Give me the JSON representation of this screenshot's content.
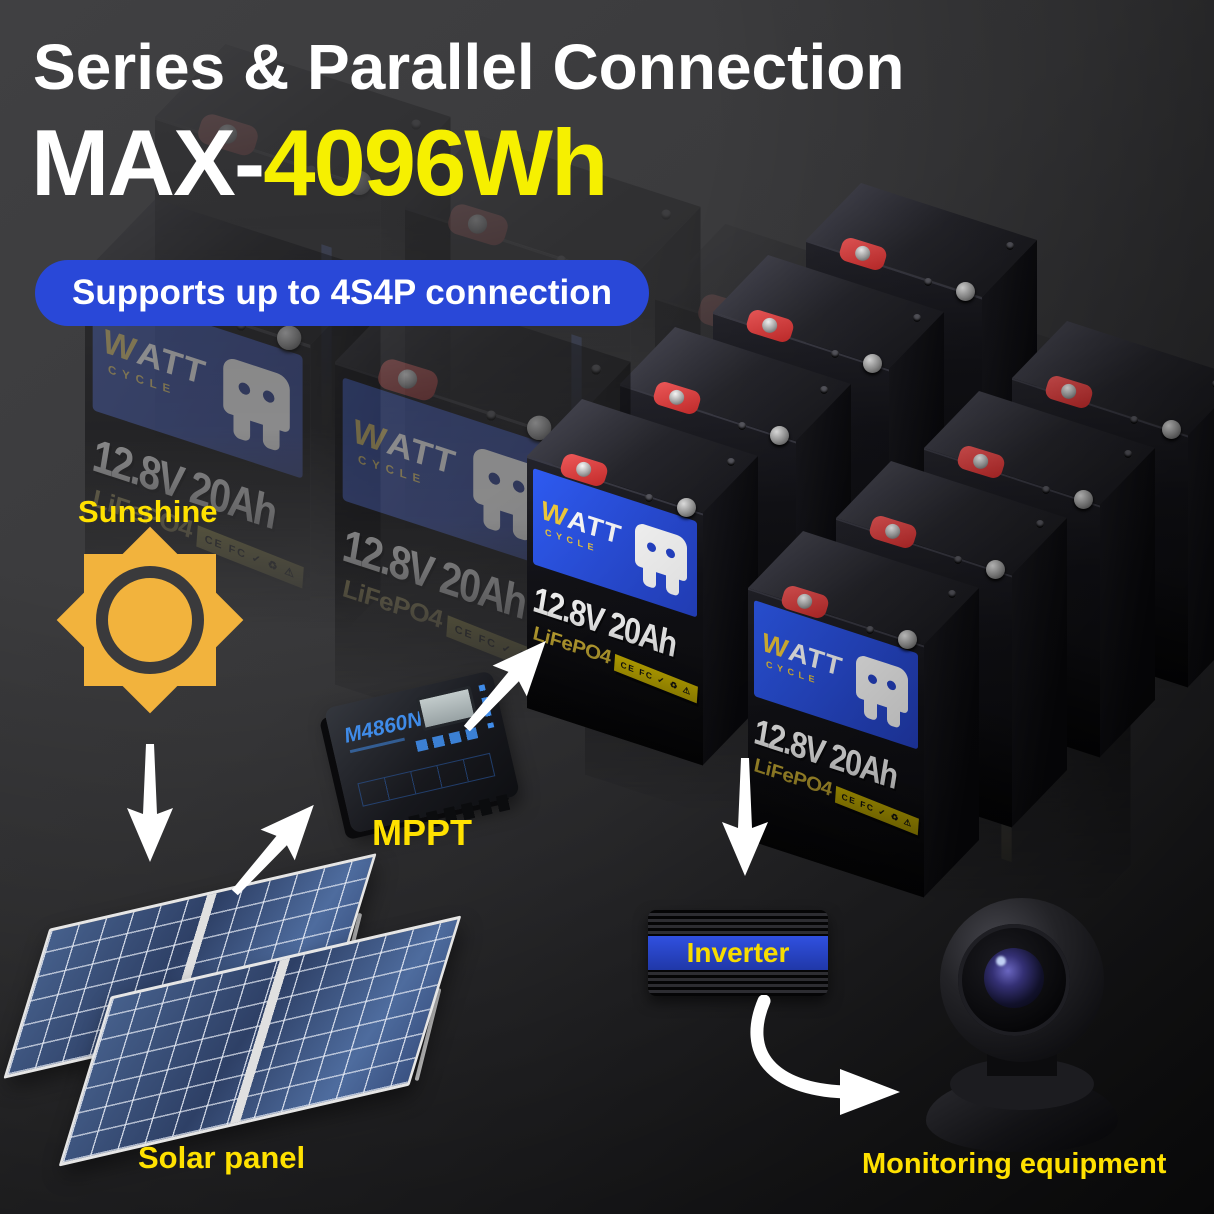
{
  "header": {
    "title": "Series & Parallel Connection",
    "max_prefix": "MAX-",
    "max_value": "4096Wh",
    "badge": "Supports up to 4S4P connection"
  },
  "battery": {
    "brand_w": "W",
    "brand_att": "ATT",
    "brand_cycle": "CYCLE",
    "voltage": "12.8V",
    "capacity": "20Ah",
    "chemistry": "LiFePO4",
    "cert_marks": "CE FC ✓ ♻ ⚠"
  },
  "flow": {
    "sunshine": "Sunshine",
    "solar_panel": "Solar panel",
    "mppt": "MPPT",
    "mppt_model": "M4860N",
    "inverter": "Inverter",
    "monitoring": "Monitoring equipment"
  },
  "colors": {
    "background": "#3B3B3D",
    "accent_yellow": "#FFE100",
    "highlight_yellow": "#F6F000",
    "badge_blue": "#2948D8",
    "battery_label_blue": "#2E5BF2"
  }
}
